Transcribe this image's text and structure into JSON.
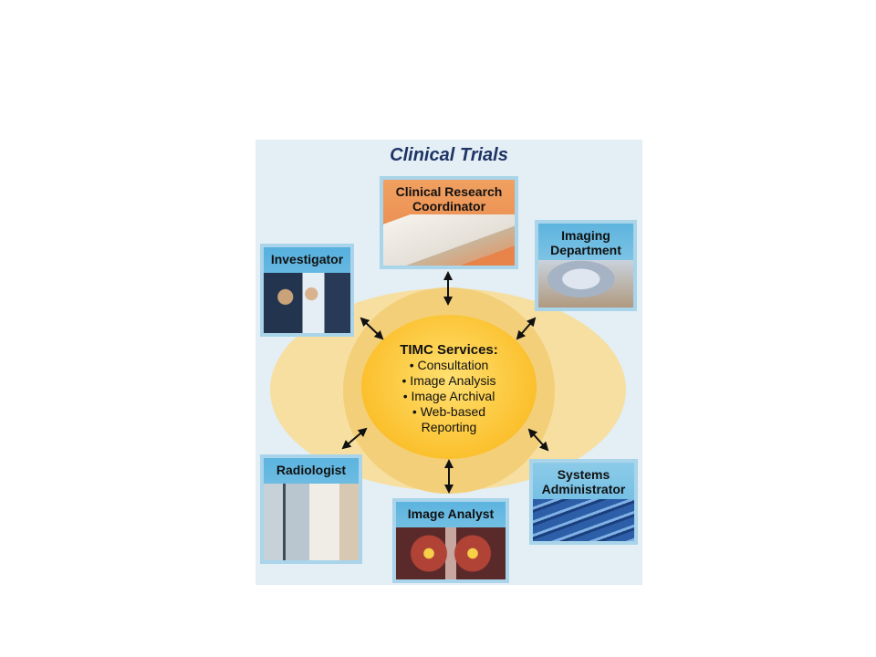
{
  "title": "Clinical Trials",
  "center": {
    "heading": "TIMC Services:",
    "items": [
      "• Consultation",
      "• Image Analysis",
      "• Image Archival",
      "• Web-based",
      "Reporting"
    ]
  },
  "roles": {
    "crc": [
      "Clinical Research",
      "Coordinator"
    ],
    "imaging": [
      "Imaging",
      "Department"
    ],
    "investigator": "Investigator",
    "radiologist": "Radiologist",
    "analyst": "Image Analyst",
    "sysadmin": [
      "Systems",
      "Administrator"
    ]
  },
  "colors": {
    "title": "#1e3466",
    "background": "#e3eef5",
    "center": "#fbc02d",
    "frame": "#a9d4ea"
  }
}
